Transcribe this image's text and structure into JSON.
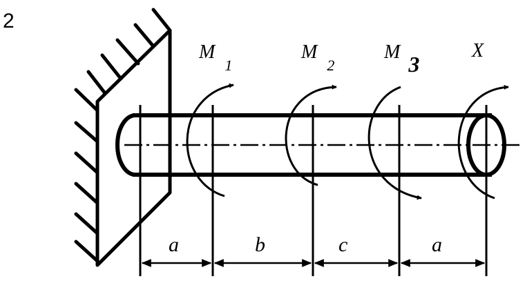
{
  "figure_number": "2",
  "moments": [
    {
      "symbol": "M",
      "index": "1"
    },
    {
      "symbol": "M",
      "index": "2"
    },
    {
      "symbol": "M",
      "index": "3"
    },
    {
      "symbol": "X",
      "index": ""
    }
  ],
  "dimensions": [
    "a",
    "b",
    "c",
    "a"
  ],
  "colors": {
    "ink": "#000000",
    "background": "#ffffff"
  }
}
